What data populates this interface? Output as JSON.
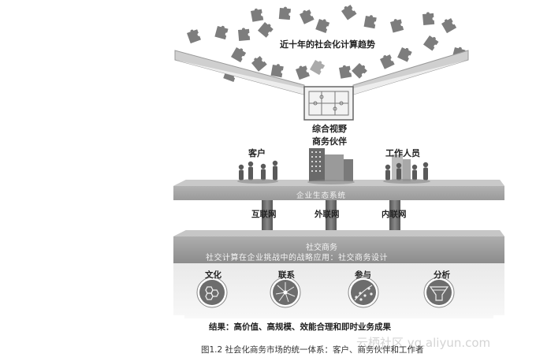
{
  "diagram": {
    "title": "近十年的社会化计算趋势",
    "vision_label": "综合视野",
    "groups": [
      "客户",
      "商务伙伴",
      "工作人员"
    ],
    "ecosystem_label": "企业生态系统",
    "networks": [
      "互联网",
      "外联网",
      "内联网"
    ],
    "social_business": {
      "title": "社交商务",
      "subtitle": "社交计算在企业挑战中的战略应用：社交商务设计"
    },
    "modules": [
      "文化",
      "联系",
      "参与",
      "分析"
    ],
    "result": "结果：高价值、高规模、效能合理和即时业务成果",
    "caption": "图1.2   社会化商务市场的统一体系：客户、商务伙伴和工作者",
    "watermark": "云栖社区 yq.aliyun.com",
    "colors": {
      "slab": "#a8a8a8",
      "slab_dark": "#8a8a8a",
      "puzzle": "#7d7d7d",
      "text": "#222222"
    }
  }
}
